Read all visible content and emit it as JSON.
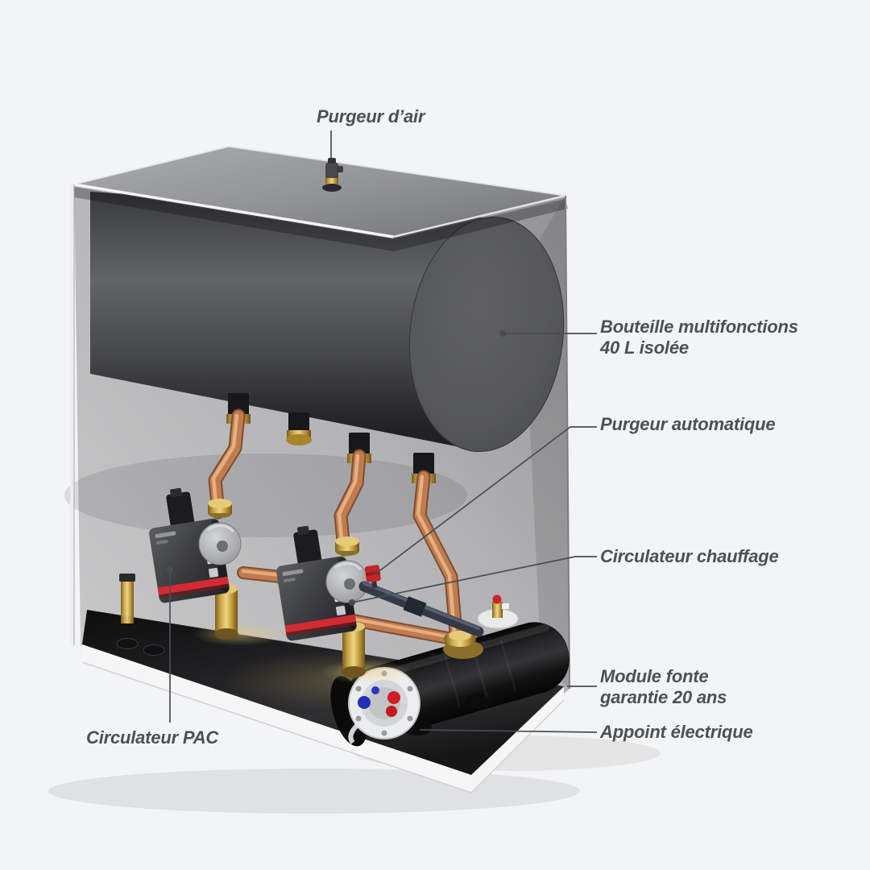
{
  "page": {
    "background_color": "#f3f4f5",
    "type": "annotated product diagram",
    "subject": "Hydraulic heating module inside open enclosure"
  },
  "labels": {
    "purgeur_air": "Purgeur d’air",
    "bouteille_line1": "Bouteille multifonctions",
    "bouteille_line2": "40 L isolée",
    "purgeur_automatique": "Purgeur automatique",
    "circulateur_chauffage": "Circulateur chauffage",
    "module_fonte_line1": "Module fonte",
    "module_fonte_line2": "garantie 20 ans",
    "appoint_electrique": "Appoint électrique",
    "circulateur_pac": "Circulateur PAC"
  },
  "colors": {
    "label_text": "#4a5156",
    "leader_line": "#474e53",
    "enclosure_wall": "#b4b4b6",
    "lid_metal": "#8d8e90",
    "tank_dark": "#454648",
    "copper_pipe": "#c07b4f",
    "brass_fitting": "#caa84c",
    "pump_stripe_red": "#d32b33",
    "module_black": "#1a1a1c",
    "wire_red": "#cf1f24",
    "wire_blue": "#2a35c4"
  }
}
